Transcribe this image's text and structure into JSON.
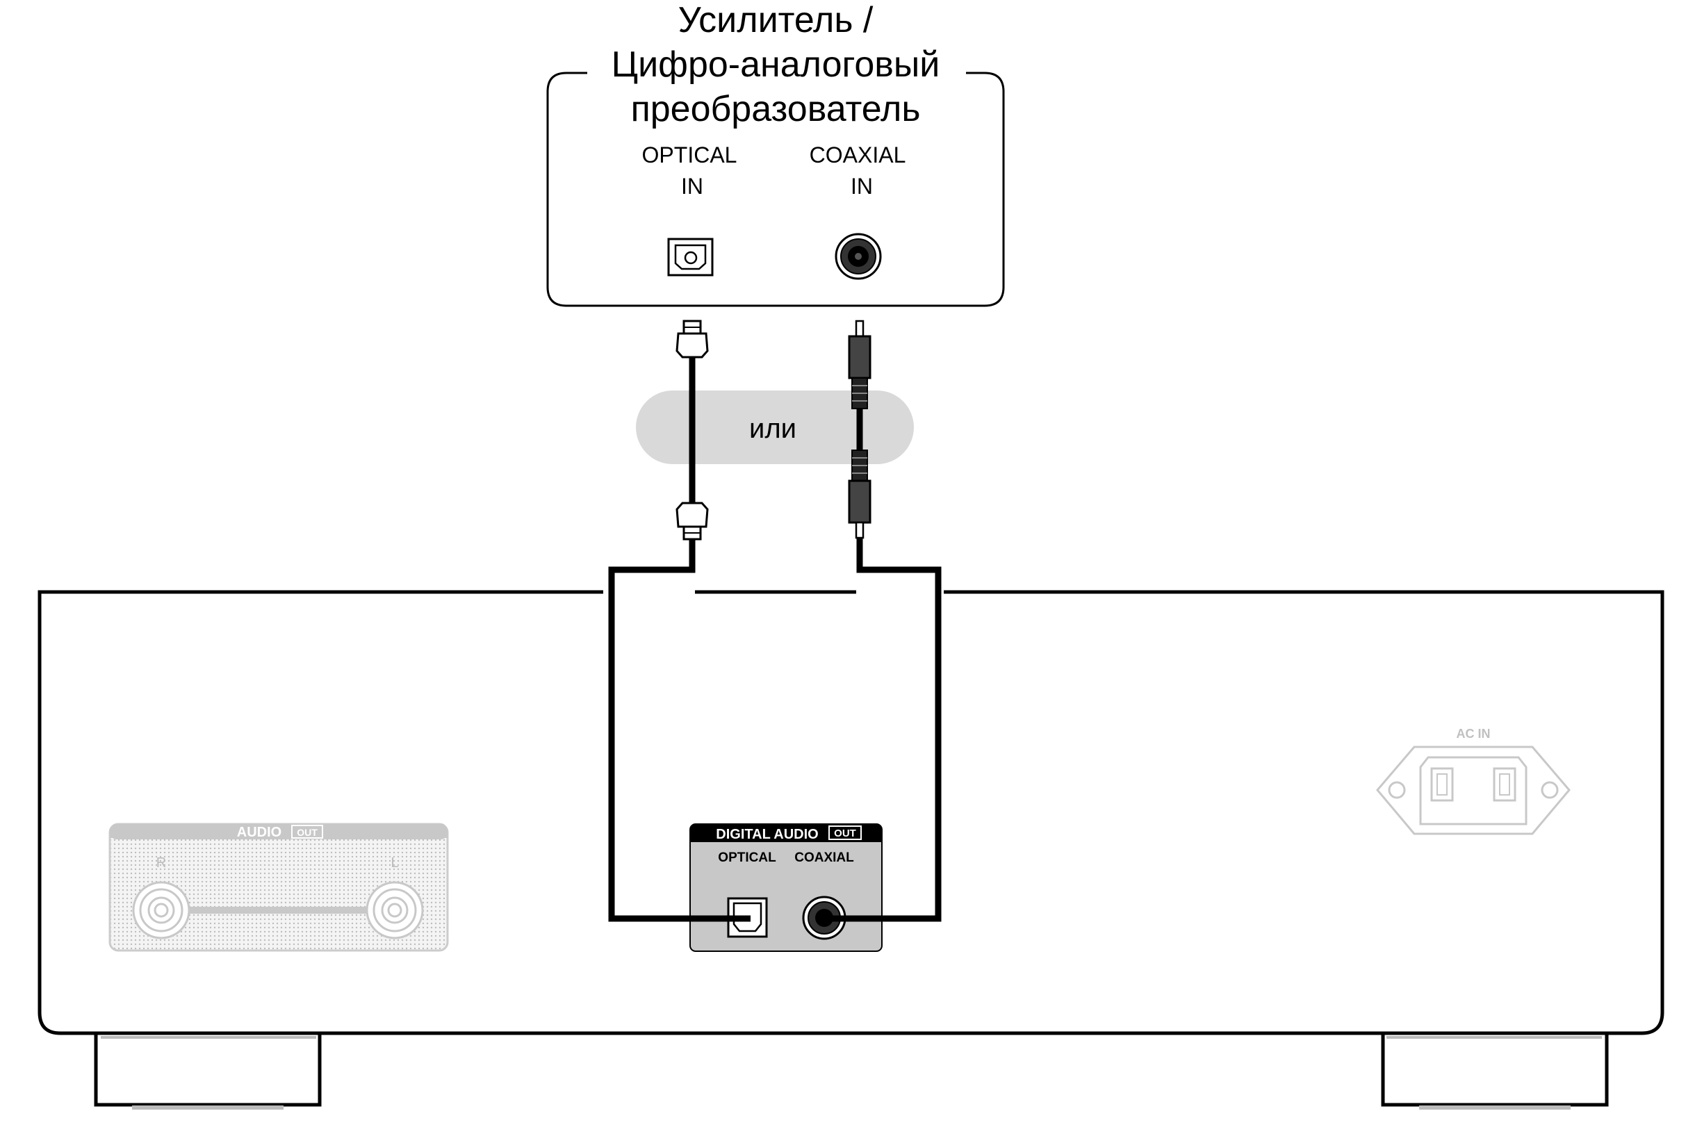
{
  "device": {
    "title_line1": "Усилитель /",
    "title_line2": "Цифро-аналоговый",
    "title_line3": "преобразователь",
    "optical_line1": "OPTICAL",
    "optical_line2": "IN",
    "coaxial_line1": "COAXIAL",
    "coaxial_line2": "IN"
  },
  "or_label": "или",
  "player": {
    "digital_audio_label": "DIGITAL AUDIO",
    "digital_out_badge": "OUT",
    "optical_label": "OPTICAL",
    "coaxial_label": "COAXIAL",
    "audio_label": "AUDIO",
    "audio_out_badge": "OUT",
    "right_channel": "R",
    "left_channel": "L",
    "ac_in_label": "AC IN"
  },
  "colors": {
    "line": "#000000",
    "panel_gray": "#c8c8c8",
    "faded_gray": "#bfbfbf",
    "or_pill": "#d9d9d9"
  }
}
